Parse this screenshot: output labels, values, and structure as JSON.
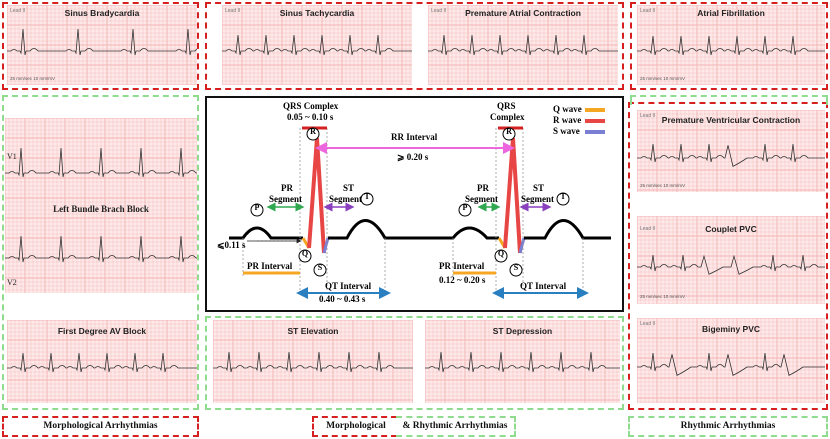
{
  "panels": {
    "sinus_brady": {
      "title": "Sinus Bradycardia",
      "lead": "Lead II",
      "speed": "25 mm/sec 10 mm/mV"
    },
    "sinus_tachy": {
      "title": "Sinus Tachycardia",
      "lead": "Lead II"
    },
    "pac": {
      "title": "Premature Atrial Contraction",
      "lead": "Lead II"
    },
    "afib": {
      "title": "Atrial Fibrillation",
      "lead": "Lead II",
      "speed": "25 mm/sec 10 mm/mV"
    },
    "lbbb": {
      "title": "Left Bundle Brach Block",
      "lead_top": "V1",
      "lead_bottom": "V2"
    },
    "pvc": {
      "title": "Premature Ventricular Contraction",
      "lead": "Lead II",
      "speed": "25 mm/sec 10 mm/mV"
    },
    "couplet": {
      "title": "Couplet PVC",
      "lead": "Lead II",
      "speed": "25 mm/sec 10 mm/mV"
    },
    "bigeminy": {
      "title": "Bigeminy PVC",
      "lead": "Lead II"
    },
    "first_degree": {
      "title": "First Degree AV Block"
    },
    "st_elev": {
      "title": "ST Elevation"
    },
    "st_dep": {
      "title": "ST Depression"
    }
  },
  "diagram": {
    "qrs_left": "QRS Complex",
    "qrs_left_range": "0.05 ~ 0.10 s",
    "qrs_right_1": "QRS",
    "qrs_right_2": "Complex",
    "rr_label": "RR Interval",
    "rr_value": "⩾ 0.20 s",
    "pr_seg_1": "PR",
    "pr_seg_2": "Segment",
    "st_seg_1": "ST",
    "st_seg_2": "Segment",
    "p_width": "⩽0.11 s",
    "pr_interval": "PR Interval",
    "pr_interval_range": "0.12 ~ 0.20 s",
    "qt_interval": "QT Interval",
    "qt_range": "0.40 ~ 0.43 s",
    "wave_p": "P",
    "wave_q": "Q",
    "wave_r": "R",
    "wave_s": "S",
    "wave_t": "T",
    "legend": [
      {
        "label": "Q wave",
        "color": "#f5a623"
      },
      {
        "label": "R wave",
        "color": "#e84545"
      },
      {
        "label": "S wave",
        "color": "#7b7fd4"
      }
    ]
  },
  "categories": {
    "morphological": "Morphological Arrhythmias",
    "both_a": "Morphological",
    "both_b": "& Rhythmic Arrhythmias",
    "rhythmic": "Rhythmic Arrhythmias"
  },
  "colors": {
    "red_dash": "#d62020",
    "green_dash": "#8fdc8f",
    "grid": "#f3b3b3",
    "panel_bg": "#fde9e9"
  }
}
